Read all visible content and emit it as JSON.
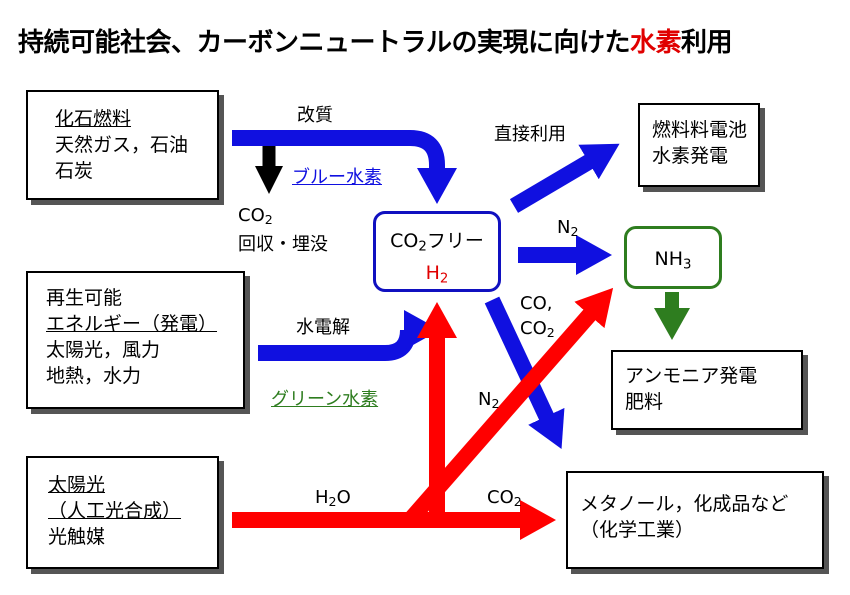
{
  "title": {
    "main": "持続可能社会、カーボンニュートラルの実現に向けた",
    "highlight": "水素",
    "tail": "利用"
  },
  "sources": {
    "fossil": {
      "heading": "化石燃料",
      "lines": [
        "天然ガス，石油",
        "石炭"
      ]
    },
    "renewable": {
      "heading1": "再生可能",
      "heading2": "エネルギー（発電）",
      "lines": [
        "太陽光，風力",
        "地熱，水力"
      ]
    },
    "solar": {
      "heading1": "太陽光",
      "heading2": "（人工光合成）",
      "lines": [
        "光触媒"
      ]
    }
  },
  "center": {
    "line1_a": "CO",
    "line1_sub": "2",
    "line1_b": "フリー",
    "line2_a": "H",
    "line2_sub": "2"
  },
  "outputs": {
    "fuel_cell": {
      "lines": [
        "燃料料電池",
        "水素発電"
      ]
    },
    "nh3": {
      "text": "NH",
      "sub": "3"
    },
    "ammonia_use": {
      "lines": [
        "アンモニア発電",
        "肥料"
      ]
    },
    "chemicals": {
      "lines": [
        "メタノール，化成品など",
        "（化学工業）"
      ]
    }
  },
  "labels": {
    "reforming": "改質",
    "blue_hydrogen": "ブルー水素",
    "co2_capture_a": "CO",
    "co2_capture_sub": "2",
    "co2_capture_b": "回収・埋没",
    "electrolysis": "水電解",
    "green_hydrogen": "グリーン水素",
    "direct_use": "直接利用",
    "n2_top_a": "N",
    "n2_top_sub": "2",
    "co_label": "CO,",
    "co2_label_a": "CO",
    "co2_label_sub": "2",
    "n2_bottom_a": "N",
    "n2_bottom_sub": "2",
    "h2o_a": "H",
    "h2o_sub": "2",
    "h2o_b": "O",
    "co2_bottom_a": "CO",
    "co2_bottom_sub": "2"
  },
  "colors": {
    "blue": "#1010e0",
    "red": "#ff0000",
    "green": "#2e7d1f",
    "accent_text": "#e00000",
    "black": "#000000"
  }
}
